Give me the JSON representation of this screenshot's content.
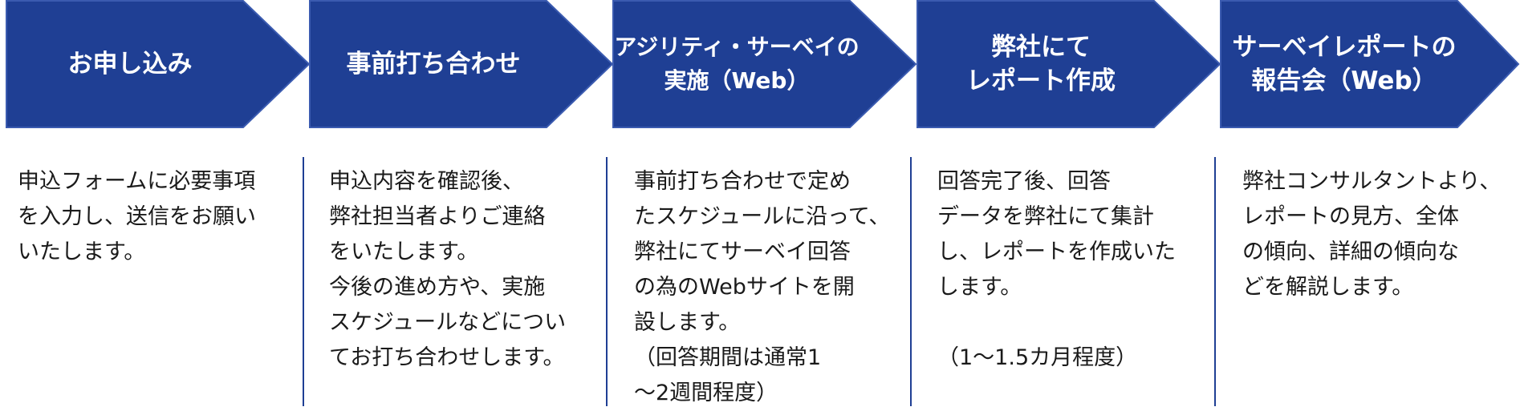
{
  "colors": {
    "chevron_fill": "#1f3f94",
    "chevron_stroke": "#3b5bb0",
    "divider": "#1f3f94"
  },
  "steps": [
    {
      "title": "お申し込み",
      "description": "申込フォームに必要事項\nを入力し、送信をお願い\nいたします。"
    },
    {
      "title": "事前打ち合わせ",
      "description": "申込内容を確認後、\n弊社担当者よりご連絡\nをいたします。\n今後の進め方や、実施\nスケジュールなどについ\nてお打ち合わせします。"
    },
    {
      "title": "アジリティ・サーベイの\n実施（Web）",
      "description": "事前打ち合わせで定め\nたスケジュールに沿って、\n弊社にてサーベイ回答\nの為のWebサイトを開\n設します。\n（回答期間は通常1\n～2週間程度）"
    },
    {
      "title": "弊社にて\nレポート作成",
      "description": "回答完了後、回答\nデータを弊社にて集計\nし、レポートを作成いた\nします。\n\n（1～1.5カ月程度）"
    },
    {
      "title": "サーベイレポートの\n報告会（Web）",
      "description": "弊社コンサルタントより、\nレポートの見方、全体\nの傾向、詳細の傾向な\nどを解説します。"
    }
  ]
}
